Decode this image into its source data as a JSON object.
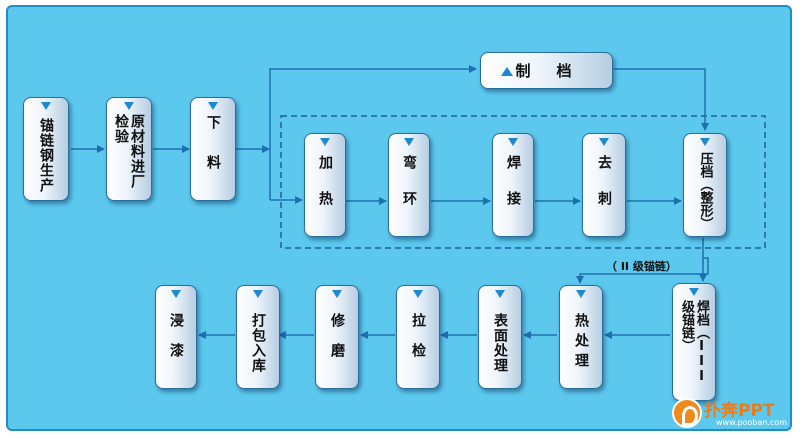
{
  "nodes": {
    "steel": "锚链钢生产",
    "inspect": "原材料进厂检验",
    "cut": "下料",
    "template": "制档",
    "heat": "加热",
    "bend": "弯环",
    "weld": "焊接",
    "deburr": "去刺",
    "press": "压档（整形）",
    "weld2": "焊档（III级锚链）",
    "heattreat": "热处理",
    "surface": "表面处理",
    "pull": "拉检",
    "grind": "修磨",
    "mark": "打包入库",
    "dip": "浸漆"
  },
  "grade_label": "（ II 级锚链）",
  "logo": {
    "name": "扑奔PPT",
    "url": "www.pooban.com"
  }
}
